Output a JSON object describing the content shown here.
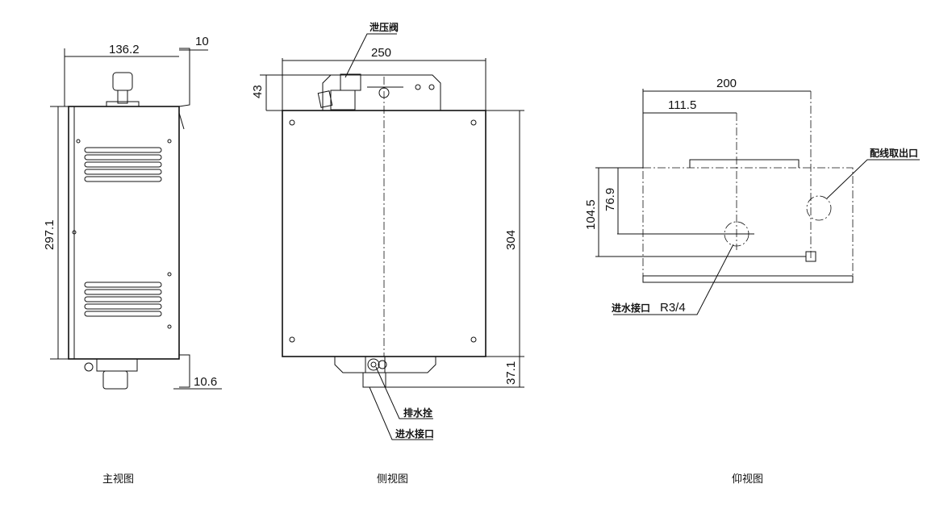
{
  "front_view": {
    "caption": "主视图",
    "dim_width": "136.2",
    "dim_bracket": "10",
    "dim_height": "297.1",
    "dim_bottom": "10.6"
  },
  "side_view": {
    "caption": "侧视图",
    "dim_width": "250",
    "dim_top": "43",
    "dim_height": "304",
    "dim_bottom": "37.1",
    "label_relief_valve": "泄压阀",
    "label_drain": "排水拴",
    "label_inlet": "进水接口"
  },
  "bottom_view": {
    "caption": "仰视图",
    "dim_200": "200",
    "dim_111": "111.5",
    "dim_104": "104.5",
    "dim_76": "76.9",
    "label_wiring": "配线取出口",
    "label_inlet": "进水接口",
    "label_inlet_size": "R3/4"
  }
}
